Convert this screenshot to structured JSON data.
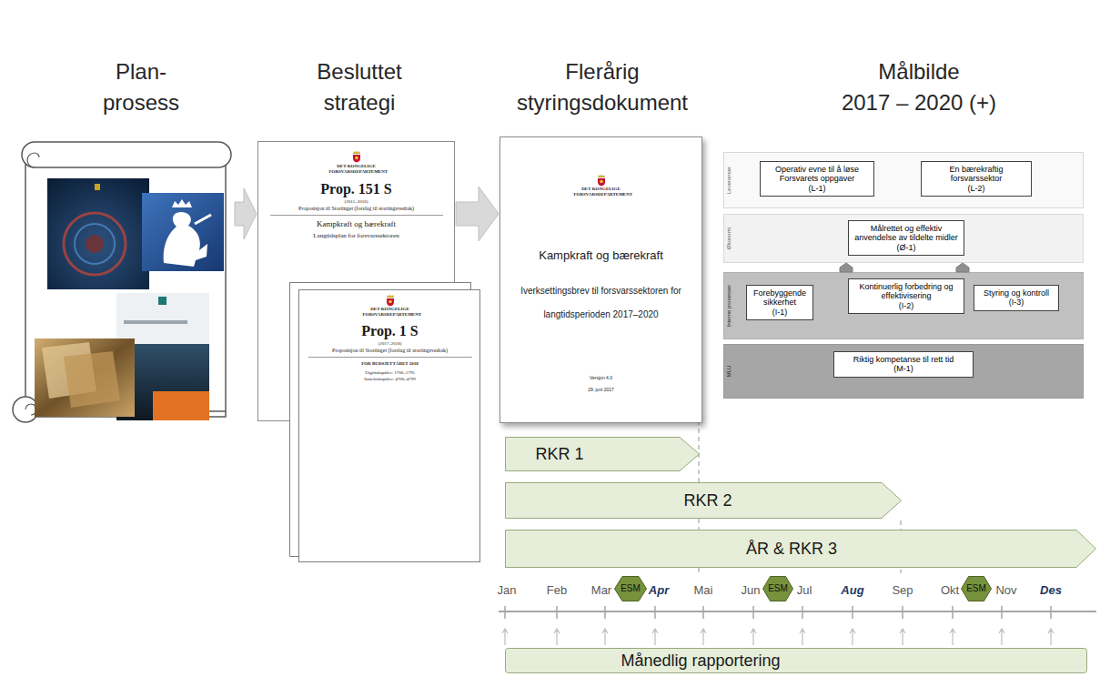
{
  "diagram": {
    "nodes": [
      {
        "text": [
          "DET KONGELIGE FORSVARSDEPARTEMENT",
          "Prop. 151 S",
          "(2015–2016)",
          "Proposisjon til Stortinget (forslag til stortingsvedtak)",
          "Kampkraft og bærekraft",
          "Langtidsplan for forsvarssektoren"
        ]
      },
      {
        "text": [
          "DET KONGELIGE FORSVARSDEPARTEMENT",
          "Prop. 1 S",
          "(2017–2018)",
          "Proposisjon til Stortinget (forslag til stortingsvedtak)",
          "FOR BUDSJETTÅRET 2018",
          "Utgiftskapitler: 1700–1795",
          "Inntektskapitler: 4700–4799"
        ]
      },
      {
        "text": [
          "DET KONGELIGE FORSVARSDEPARTEMENT",
          "Kampkraft og bærekraft",
          "Iverksettingsbrev til forsvarssektoren for langtidsperioden 2017–2020",
          "Versjon 4.0",
          "29. juni 2017"
        ]
      },
      {
        "text": [
          "Leveranser"
        ]
      },
      {
        "text": [
          "Operativ evne til å løse Forsvarets oppgaver",
          "(L-1)"
        ],
        "in": 3
      },
      {
        "text": [
          "En bærekraftig forsvarssektor",
          "(L-2)"
        ],
        "in": 3
      },
      {
        "text": [
          "Økonomi"
        ]
      },
      {
        "text": [
          "Målrettet og effektiv anvendelse av tildelte midler",
          "(Ø-1)"
        ],
        "in": 6
      },
      {
        "text": [
          "Interne prosesser"
        ]
      },
      {
        "text": [
          "Forebyggende sikkerhet",
          "(I-1)"
        ],
        "in": 8
      },
      {
        "text": [
          "Kontinuerlig forbedring og effektivisering",
          "(I-2)"
        ],
        "in": 8
      },
      {
        "text": [
          "Styring og kontroll",
          "(I-3)"
        ],
        "in": 8
      },
      {
        "text": [
          "MLU"
        ]
      },
      {
        "text": [
          "Riktig kompetanse til rett tid",
          "(M-1)"
        ],
        "in": 12
      },
      {
        "text": [
          "RKR 1"
        ]
      },
      {
        "text": [
          "RKR 2"
        ]
      },
      {
        "text": [
          "ÅR & RKR 3"
        ]
      },
      {
        "text": [
          "ESM"
        ]
      },
      {
        "text": [
          "ESM"
        ]
      },
      {
        "text": [
          "ESM"
        ]
      },
      {
        "text": [
          "Månedlig rapportering"
        ]
      }
    ],
    "edges": [
      {
        "from": 0,
        "to": 2,
        "arrow": "to"
      },
      {
        "from": 8,
        "to": 6,
        "arrow": "to"
      },
      {
        "from": 8,
        "to": 6,
        "arrow": "to"
      }
    ],
    "labels": [
      "Plan- prosess",
      "Besluttet strategi",
      "Flerårig styringsdokument",
      "Målbilde",
      "2017 – 2020 (+)",
      "Jan",
      "Feb",
      "Mar",
      "Apr",
      "Mai",
      "Jun",
      "Jul",
      "Aug",
      "Sep",
      "Okt",
      "Nov",
      "Des"
    ]
  }
}
